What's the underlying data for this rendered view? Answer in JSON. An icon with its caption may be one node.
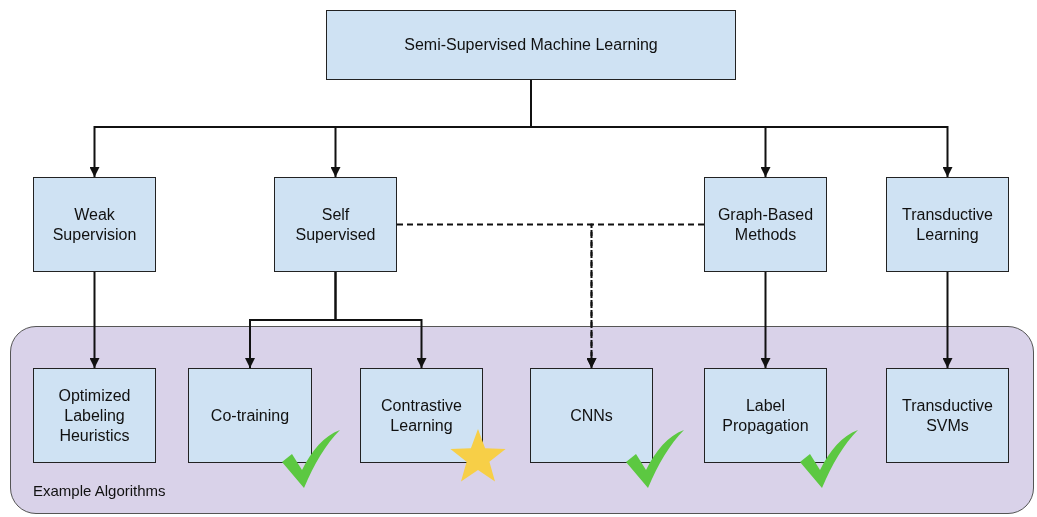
{
  "diagram": {
    "nodes": [
      {
        "text": [
          "Semi-Supervised Machine Learning"
        ]
      },
      {
        "text": [
          "Weak Supervision"
        ]
      },
      {
        "text": [
          "Self Supervised"
        ]
      },
      {
        "text": [
          "Graph-Based Methods"
        ]
      },
      {
        "text": [
          "Transductive Learning"
        ]
      },
      {
        "text": [
          "Example Algorithms"
        ]
      },
      {
        "text": [
          "Optimized Labeling Heuristics"
        ],
        "in": 5
      },
      {
        "text": [
          "Co-training"
        ],
        "in": 5
      },
      {
        "text": [
          "Contrastive Learning"
        ],
        "in": 5
      },
      {
        "text": [
          "CNNs"
        ],
        "in": 5
      },
      {
        "text": [
          "Label Propagation"
        ],
        "in": 5
      },
      {
        "text": [
          "Transductive SVMs"
        ],
        "in": 5
      }
    ],
    "edges": [
      {
        "from": 0,
        "to": 1,
        "arrow": "to"
      },
      {
        "from": 0,
        "to": 2,
        "arrow": "to"
      },
      {
        "from": 0,
        "to": 3,
        "arrow": "to"
      },
      {
        "from": 0,
        "to": 4,
        "arrow": "to"
      },
      {
        "from": 1,
        "to": 6,
        "arrow": "to"
      },
      {
        "from": 2,
        "to": 7,
        "arrow": "to"
      },
      {
        "from": 2,
        "to": 8,
        "arrow": "to"
      },
      {
        "from": 2,
        "to": 9,
        "arrow": "to",
        "style": "dashed"
      },
      {
        "from": 3,
        "to": 9,
        "arrow": "to",
        "style": "dashed"
      },
      {
        "from": 3,
        "to": 10,
        "arrow": "to"
      },
      {
        "from": 4,
        "to": 11,
        "arrow": "to"
      }
    ]
  }
}
